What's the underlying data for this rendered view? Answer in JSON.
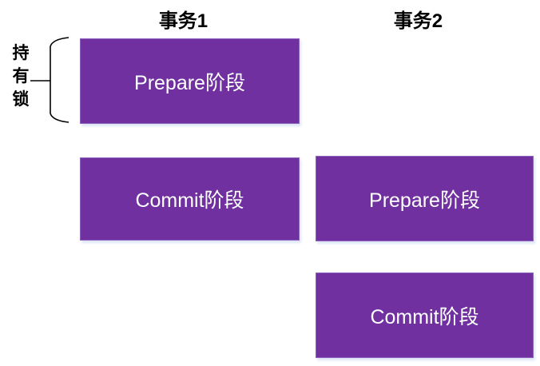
{
  "diagram": {
    "columns": [
      {
        "title": "事务1"
      },
      {
        "title": "事务2"
      }
    ],
    "lock_label": {
      "text": "持有锁",
      "chars": [
        "持",
        "有",
        "锁"
      ]
    },
    "boxes": [
      {
        "id": "t1-prepare",
        "column": "事务1",
        "label": "Prepare阶段"
      },
      {
        "id": "t1-commit",
        "column": "事务1",
        "label": "Commit阶段"
      },
      {
        "id": "t2-prepare",
        "column": "事务2",
        "label": "Prepare阶段"
      },
      {
        "id": "t2-commit",
        "column": "事务2",
        "label": "Commit阶段"
      }
    ],
    "colors": {
      "box_fill": "#7030A0",
      "box_border": "#8E63BF",
      "box_text": "#FFFFFF",
      "label_text": "#000000",
      "background": "#FFFFFF"
    }
  }
}
